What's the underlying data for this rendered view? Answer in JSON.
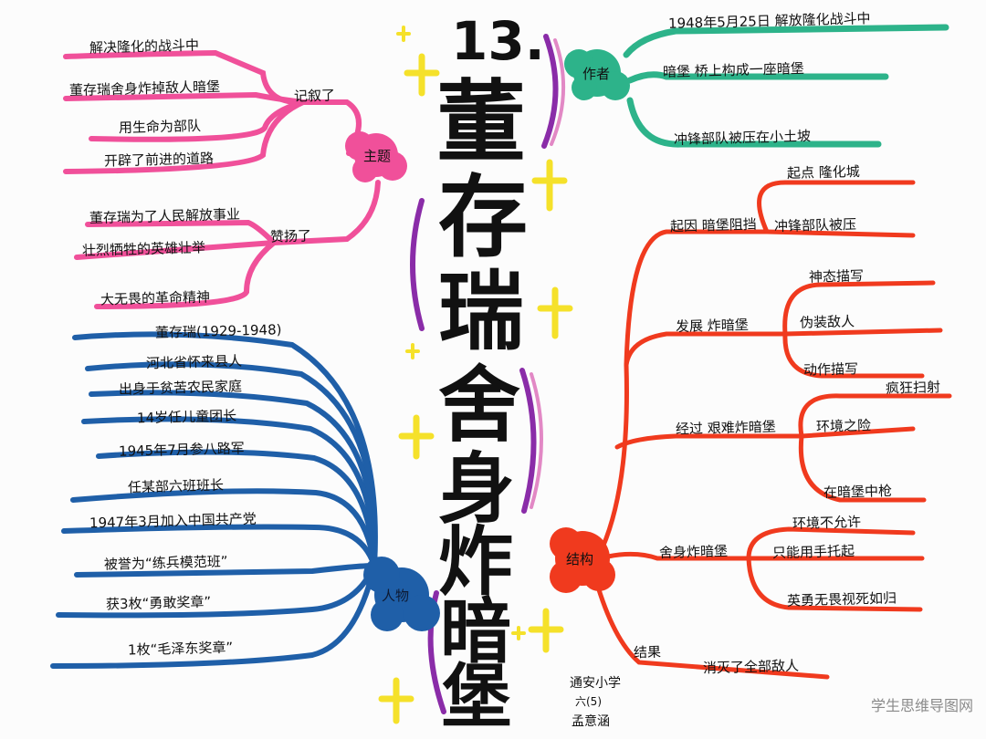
{
  "title": {
    "number": "13.",
    "chars": [
      "董",
      "存",
      "瑞",
      "舍",
      "身",
      "炸",
      "暗",
      "堡"
    ]
  },
  "branches": {
    "theme": {
      "label": "主题",
      "color": "#f0509a",
      "sub_record": "记叙了",
      "record_items": [
        "解决隆化的战斗中",
        "董存瑞舍身炸掉敌人暗堡",
        "用生命为部队",
        "开辟了前进的道路"
      ],
      "sub_praise": "赞扬了",
      "praise_items": [
        "董存瑞为了人民解放事业",
        "壮烈牺牲的英雄壮举",
        "大无畏的革命精神"
      ]
    },
    "author": {
      "label": "作者",
      "color": "#2db38a",
      "items": [
        "1948年5月25日 解放隆化战斗中",
        "暗堡 桥上构成一座暗堡",
        "冲锋部队被压在小土坡"
      ]
    },
    "person": {
      "label": "人物",
      "color": "#1f5fa8",
      "items": [
        "董存瑞(1929-1948)",
        "河北省怀来县人",
        "出身于贫苦农民家庭",
        "14岁任儿童团长",
        "1945年7月参八路军",
        "任某部六班班长",
        "1947年3月加入中国共产党",
        "被誉为“练兵模范班”",
        "获3枚“勇敢奖章”",
        "1枚“毛泽东奖章”"
      ]
    },
    "structure": {
      "label": "结构",
      "color": "#f03a1e",
      "start": {
        "label": "起因 暗堡阻挡",
        "sub_items": [
          "起点 隆化城",
          "冲锋部队被压"
        ]
      },
      "develop": {
        "label": "发展 炸暗堡",
        "sub_items": [
          "神态描写",
          "伪装敌人",
          "动作描写"
        ]
      },
      "process": {
        "label": "经过 艰难炸暗堡",
        "sub_items": [
          "疯狂扫射",
          "环境之险",
          "在暗堡中枪"
        ]
      },
      "climax": {
        "label": "舍身炸暗堡",
        "sub_items": [
          "环境不允许",
          "只能用手托起",
          "英勇无畏视死如归"
        ]
      },
      "ending": {
        "label": "结果",
        "sub_items": [
          "消灭了全部敌人"
        ]
      }
    }
  },
  "signature": {
    "school": "通安小学",
    "class": "六(5)",
    "name": "孟意涵"
  },
  "watermark": "学生思维导图网",
  "colors": {
    "pink": "#f0509a",
    "teal": "#2db38a",
    "blue": "#1f5fa8",
    "red": "#f03a1e",
    "yellow": "#f5e12a",
    "purple": "#8a2ca8"
  }
}
